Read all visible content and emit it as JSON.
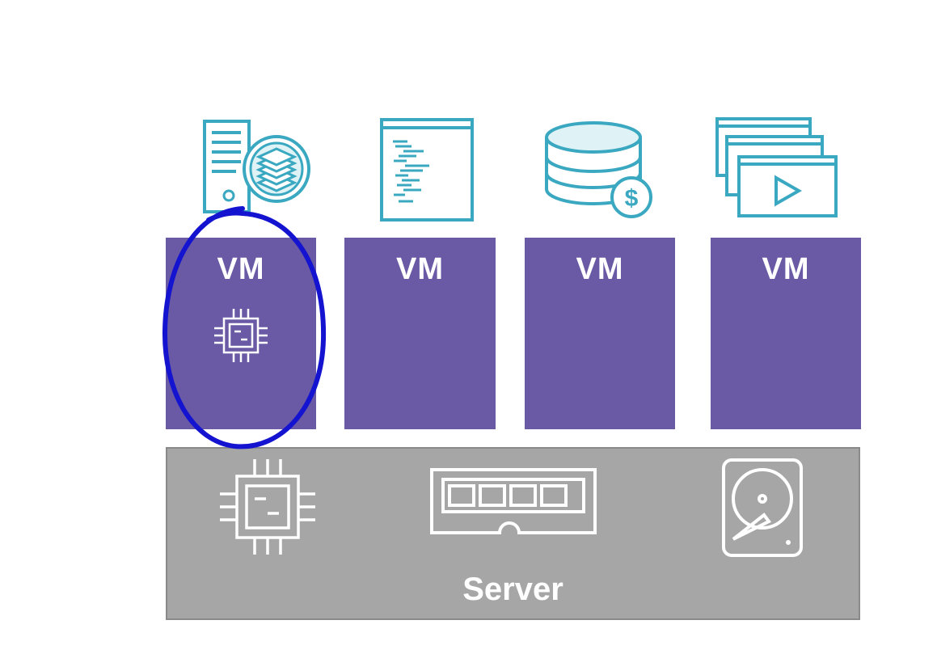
{
  "vms": [
    {
      "label": "VM",
      "app_icon": "database-server-icon"
    },
    {
      "label": "VM",
      "app_icon": "code-document-icon"
    },
    {
      "label": "VM",
      "app_icon": "database-cost-icon"
    },
    {
      "label": "VM",
      "app_icon": "video-windows-icon"
    }
  ],
  "server": {
    "label": "Server",
    "components": [
      "cpu-chip-icon",
      "memory-module-icon",
      "hard-drive-icon"
    ]
  },
  "colors": {
    "vm": "#6a5aa5",
    "server": "#a6a6a6",
    "icon_accent": "#3aa8c1",
    "annotation": "#1414d0"
  }
}
